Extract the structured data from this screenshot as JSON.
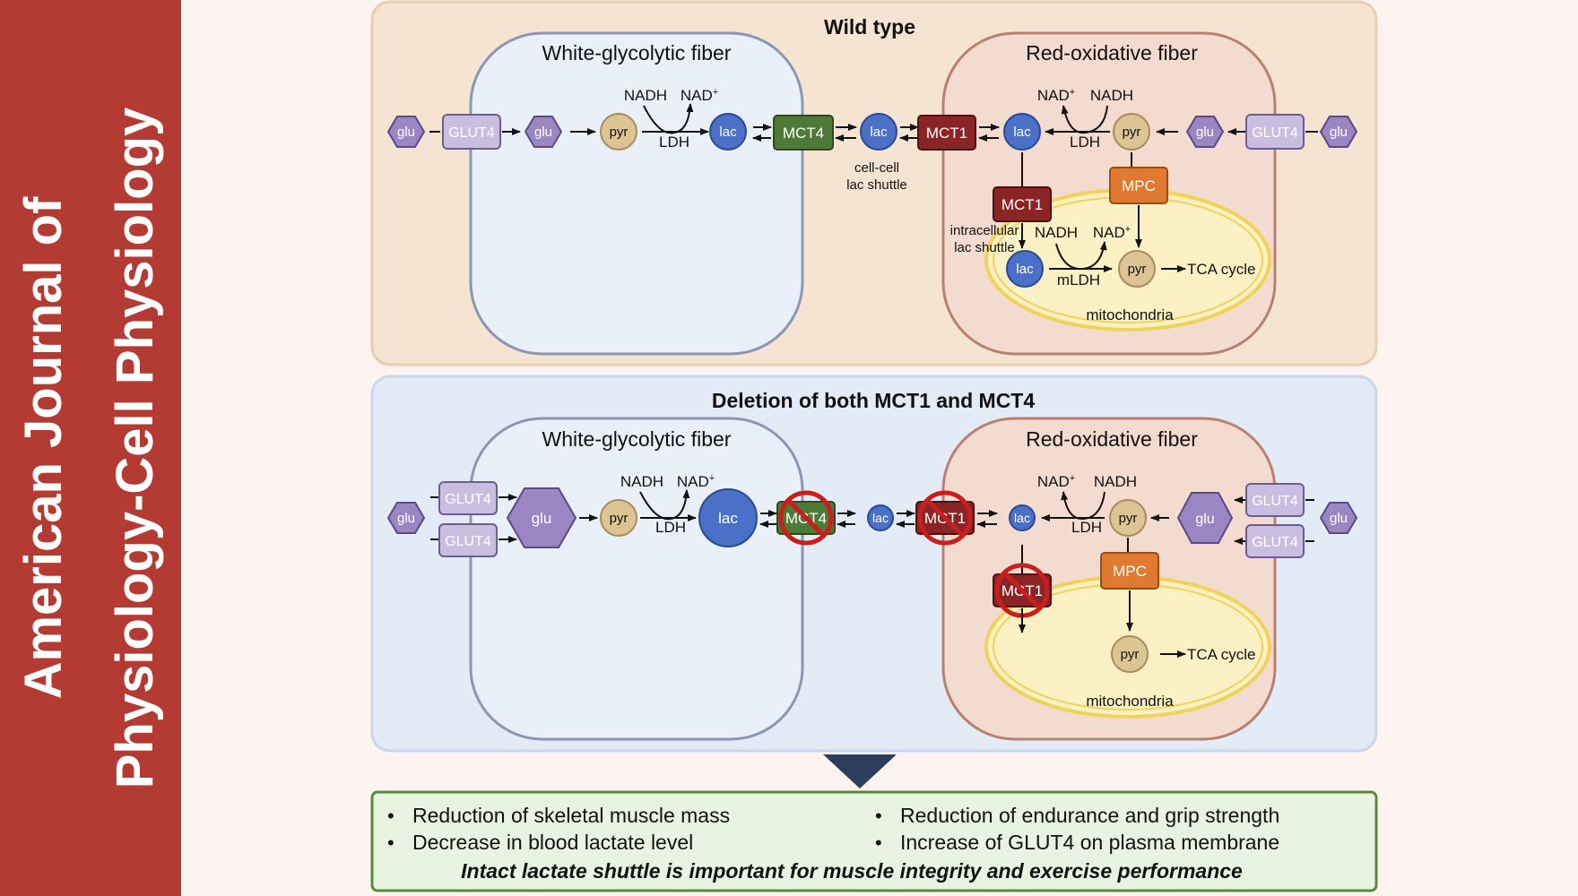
{
  "journal": {
    "line1": "American Journal of",
    "line2": "Physiology-Cell Physiology"
  },
  "common": {
    "glu": "glu",
    "pyr": "pyr",
    "lac": "lac",
    "glut4": "GLUT4",
    "mct1": "MCT1",
    "mct4": "MCT4",
    "mpc": "MPC",
    "nadh": "NADH",
    "nad": "NAD",
    "nad_sup": "+",
    "ldh": "LDH",
    "mldh": "mLDH",
    "tca": "TCA cycle",
    "mitochondria": "mitochondria",
    "white_fiber": "White-glycolytic fiber",
    "red_fiber": "Red-oxidative fiber"
  },
  "wild_type": {
    "title": "Wild type",
    "shuttle_line1": "cell-cell",
    "shuttle_line2": "lac shuttle",
    "intra_line1": "intracellular",
    "intra_line2": "lac shuttle"
  },
  "deletion": {
    "title": "Deletion of both MCT1 and MCT4"
  },
  "summary": {
    "bullet": "•",
    "items": [
      "Reduction of skeletal muscle mass",
      "Decrease in blood lactate level",
      "Reduction of endurance and grip strength",
      "Increase of GLUT4 on plasma membrane"
    ],
    "conclusion": "Intact lactate shuttle is important for muscle integrity and exercise performance"
  },
  "colors": {
    "journal_bar": "#b33b33",
    "wild_panel": "#f6e4d3",
    "deletion_panel": "#e3ebf6",
    "summary_panel": "#e9f3e1",
    "white_fiber": "#eaf0fa",
    "red_fiber": "#f3dbd0",
    "glu": "#9b85c2",
    "glut4": "#c9bde0",
    "pyr": "#dcc495",
    "lac": "#4a70c8",
    "mct1": "#8b2525",
    "mct4": "#4e7a38",
    "mpc": "#e07a30",
    "mitochondria": "#fbf1c4"
  }
}
